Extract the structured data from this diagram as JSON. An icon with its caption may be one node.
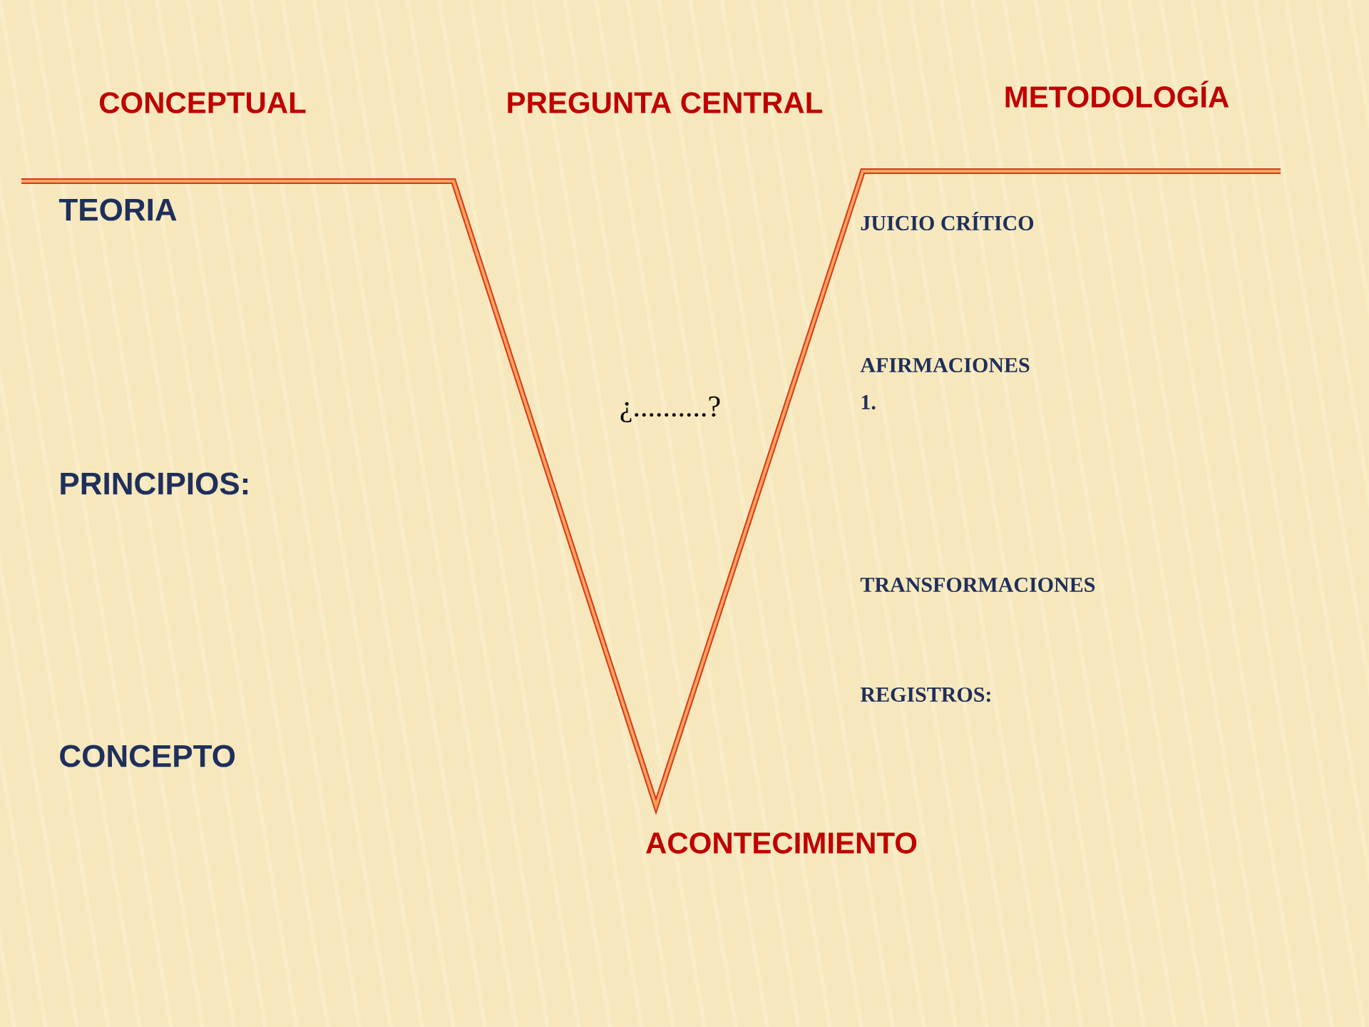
{
  "diagram": {
    "labels": [
      "CONCEPTUAL",
      "PREGUNTA CENTRAL",
      "METODOLOGÍA",
      "TEORIA",
      "JUICIO CRÍTICO",
      "AFIRMACIONES",
      "1.",
      "¿..........?",
      "PRINCIPIOS:",
      "TRANSFORMACIONES",
      "REGISTROS:",
      "CONCEPTO",
      "ACONTECIMIENTO"
    ]
  }
}
